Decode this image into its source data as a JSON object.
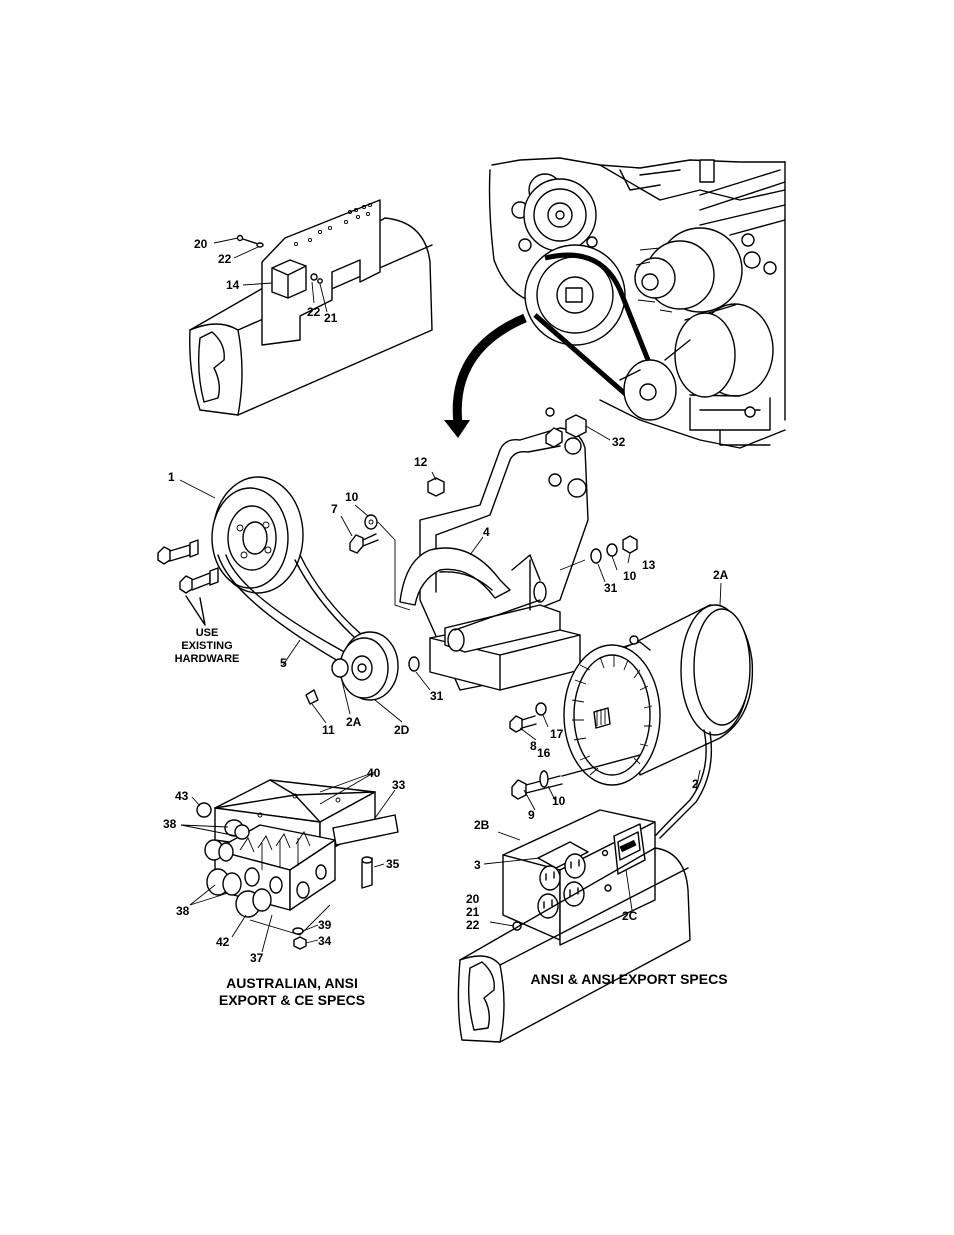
{
  "callouts": [
    {
      "id": "c20a",
      "text": "20"
    },
    {
      "id": "c22a",
      "text": "22"
    },
    {
      "id": "c14",
      "text": "14"
    },
    {
      "id": "c22b",
      "text": "22"
    },
    {
      "id": "c21a",
      "text": "21"
    },
    {
      "id": "c32",
      "text": "32"
    },
    {
      "id": "c12",
      "text": "12"
    },
    {
      "id": "c1",
      "text": "1"
    },
    {
      "id": "c10a",
      "text": "10"
    },
    {
      "id": "c7",
      "text": "7"
    },
    {
      "id": "c4",
      "text": "4"
    },
    {
      "id": "c13",
      "text": "13"
    },
    {
      "id": "c10b",
      "text": "10"
    },
    {
      "id": "c31a",
      "text": "31"
    },
    {
      "id": "c2A",
      "text": "2A"
    },
    {
      "id": "c5",
      "text": "5"
    },
    {
      "id": "c31b",
      "text": "31"
    },
    {
      "id": "c11",
      "text": "11"
    },
    {
      "id": "c2Ab",
      "text": "2A"
    },
    {
      "id": "c2D",
      "text": "2D"
    },
    {
      "id": "c17",
      "text": "17"
    },
    {
      "id": "c8",
      "text": "8"
    },
    {
      "id": "c16",
      "text": "16"
    },
    {
      "id": "c40",
      "text": "40"
    },
    {
      "id": "c43",
      "text": "43"
    },
    {
      "id": "c33",
      "text": "33"
    },
    {
      "id": "c38a",
      "text": "38"
    },
    {
      "id": "c2",
      "text": "2"
    },
    {
      "id": "c9",
      "text": "9"
    },
    {
      "id": "c10c",
      "text": "10"
    },
    {
      "id": "c2B",
      "text": "2B"
    },
    {
      "id": "c3",
      "text": "3"
    },
    {
      "id": "c35",
      "text": "35"
    },
    {
      "id": "c38b",
      "text": "38"
    },
    {
      "id": "c20b",
      "text": "20"
    },
    {
      "id": "c21b",
      "text": "21"
    },
    {
      "id": "c22c",
      "text": "22"
    },
    {
      "id": "c2C",
      "text": "2C"
    },
    {
      "id": "c39",
      "text": "39"
    },
    {
      "id": "c34",
      "text": "34"
    },
    {
      "id": "c42",
      "text": "42"
    },
    {
      "id": "c37",
      "text": "37"
    }
  ],
  "notes": {
    "hardware": [
      "USE",
      "EXISTING",
      "HARDWARE"
    ]
  },
  "captions": {
    "left": [
      "AUSTRALIAN, ANSI",
      "EXPORT & CE  SPECS"
    ],
    "right": "ANSI & ANSI EXPORT SPECS"
  }
}
